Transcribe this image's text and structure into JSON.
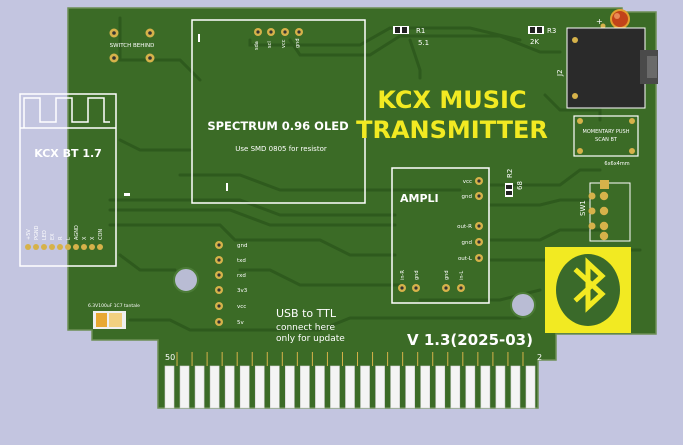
{
  "board": {
    "colors": {
      "background": "#c3c5e0",
      "pcb": "#3b6b26",
      "trace": "#2e5a1d",
      "silkscreen": "#ffffff",
      "gold": "#d6b24a",
      "logo_bg": "#f2ea22",
      "logo_fg": "#3a6a2a"
    },
    "title_line1": "KCX MUSIC",
    "title_line2": "TRANSMITTER",
    "version": "V 1.3(2025-03)",
    "switch_label": "SWITCH BEHIND",
    "oled": {
      "title": "SPECTRUM 0.96 OLED",
      "note": "Use SMD 0805 for resistor",
      "pins": [
        "gnd",
        "vcc",
        "scl",
        "sda"
      ]
    },
    "bt_module": {
      "title": "KCX BT 1.7",
      "pins": [
        "+5V",
        "PGND",
        "LED",
        "EX",
        "R",
        "L",
        "AGND",
        "X",
        "X",
        "CON"
      ]
    },
    "ampli": {
      "title": "AMPLI",
      "top_pins": [
        "vcc",
        "gnd"
      ],
      "side_pins": [
        "out-R",
        "gnd",
        "out-L"
      ],
      "bottom_pins": [
        "in-R",
        "gnd",
        "gnd",
        "in-L"
      ]
    },
    "usb": {
      "title": "USB to TTL",
      "line1": "connect here",
      "line2": "only for update",
      "pins": [
        "gnd",
        "txd",
        "rxd",
        "3v3",
        "vcc",
        "5v"
      ]
    },
    "components": {
      "r1": "R1",
      "r1_value": "5.1",
      "r2": "R2",
      "r2_value": "68",
      "r3": "R3",
      "r3_value": "2K",
      "j2": "J2",
      "sw1": "SW1",
      "button_label_1": "MOMENTARY PUSH",
      "button_label_2": "SCAN BT",
      "button_size": "6x6x4mm",
      "cap_label": "6.3V100uF 1C7 tantale",
      "plus_sign": "+"
    },
    "edge_connector": {
      "left_num": "50",
      "right_num": "2"
    }
  }
}
